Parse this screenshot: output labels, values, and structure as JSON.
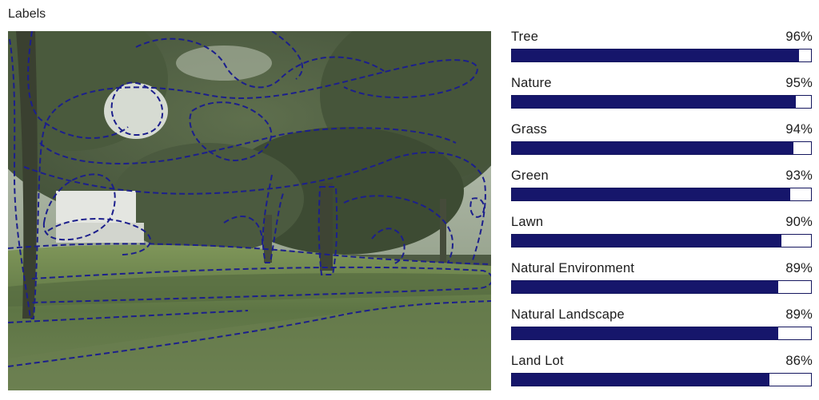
{
  "header": {
    "title": "Labels"
  },
  "colors": {
    "bar_fill": "#16166b",
    "bar_border": "#14165e",
    "outline": "#1c1f8c"
  },
  "image_panel": {
    "image_type": "park-scene-photo",
    "overlay": "dashed-region-outlines"
  },
  "labels": [
    {
      "name": "Tree",
      "score_text": "96%",
      "score": 0.96
    },
    {
      "name": "Nature",
      "score_text": "95%",
      "score": 0.95
    },
    {
      "name": "Grass",
      "score_text": "94%",
      "score": 0.94
    },
    {
      "name": "Green",
      "score_text": "93%",
      "score": 0.93
    },
    {
      "name": "Lawn",
      "score_text": "90%",
      "score": 0.9
    },
    {
      "name": "Natural Environment",
      "score_text": "89%",
      "score": 0.89
    },
    {
      "name": "Natural Landscape",
      "score_text": "89%",
      "score": 0.89
    },
    {
      "name": "Land Lot",
      "score_text": "86%",
      "score": 0.86
    }
  ]
}
